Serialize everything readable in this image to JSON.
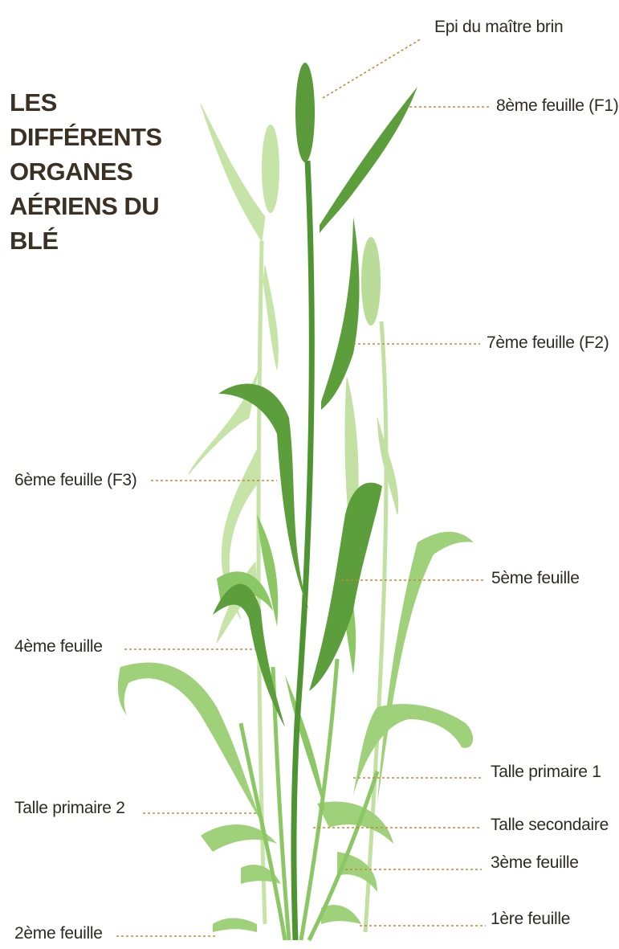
{
  "title": {
    "line1": "LES DIFFÉRENTS",
    "line2": "ORGANES",
    "line3": "AÉRIENS DU BLÉ"
  },
  "labels": {
    "epi": "Epi du maître brin",
    "f8": "8ème feuille (F1)",
    "f7": "7ème feuille (F2)",
    "f6": "6ème feuille (F3)",
    "f5": "5ème feuille",
    "f4": "4ème feuille",
    "talle1": "Talle primaire 1",
    "talle2": "Talle primaire 2",
    "talle_sec": "Talle secondaire",
    "f3": "3ème feuille",
    "f2": "2ème feuille",
    "f1": "1ère feuille"
  },
  "colors": {
    "dark_green": "#5a9a3a",
    "mid_green": "#86c060",
    "light_green": "#bfe0a0",
    "leader_line": "#c8873a",
    "text": "#2e2a24"
  }
}
